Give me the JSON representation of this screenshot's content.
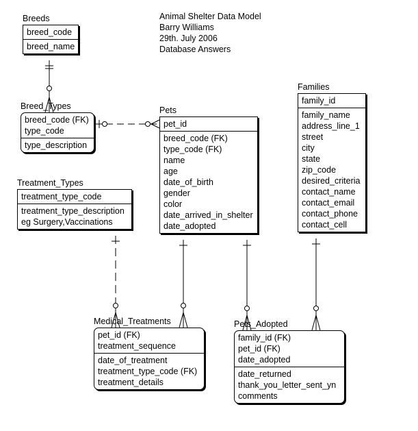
{
  "header": {
    "lines": [
      "Animal Shelter Data Model",
      "Barry Williams",
      "29th. July 2006",
      "Database Answers"
    ]
  },
  "entities": {
    "breeds": {
      "title": "Breeds",
      "keys": [
        "breed_code"
      ],
      "attrs": [
        "breed_name"
      ]
    },
    "breed_types": {
      "title": "Breed_Types",
      "keys": [
        "breed_code (FK)",
        "type_code"
      ],
      "attrs": [
        "type_description"
      ]
    },
    "treatment_types": {
      "title": "Treatment_Types",
      "keys": [
        "treatment_type_code"
      ],
      "attrs": [
        "treatment_type_description",
        "eg Surgery,Vaccinations"
      ]
    },
    "pets": {
      "title": "Pets",
      "keys": [
        "pet_id"
      ],
      "attrs": [
        "breed_code (FK)",
        "type_code (FK)",
        "name",
        "age",
        "date_of_birth",
        "gender",
        "color",
        "date_arrived_in_shelter",
        "date_adopted"
      ]
    },
    "families": {
      "title": "Families",
      "keys": [
        "family_id"
      ],
      "attrs": [
        "family_name",
        "address_line_1",
        "street",
        "city",
        "state",
        "zip_code",
        "desired_criteria",
        "contact_name",
        "contact_email",
        "contact_phone",
        "contact_cell"
      ]
    },
    "medical_treatments": {
      "title": "Medical_Treatments",
      "keys": [
        "pet_id (FK)",
        "treatment_sequence"
      ],
      "attrs": [
        "date_of_treatment",
        "treatment_type_code (FK)",
        "treatment_details"
      ]
    },
    "pets_adopted": {
      "title": "Pets_Adopted",
      "keys": [
        "family_id (FK)",
        "pet_id (FK)",
        "date_adopted"
      ],
      "attrs": [
        "date_returned",
        "thank_you_letter_sent_yn",
        "comments"
      ]
    }
  },
  "relationships": [
    {
      "from": "breeds",
      "to": "breed_types",
      "style": "solid",
      "from_end": "one",
      "to_end": "zero-or-many"
    },
    {
      "from": "breed_types",
      "to": "pets",
      "style": "dashed",
      "from_end": "zero-or-one",
      "to_end": "zero-or-many"
    },
    {
      "from": "treatment_types",
      "to": "medical_treatments",
      "style": "dashed",
      "from_end": "one",
      "to_end": "zero-or-many"
    },
    {
      "from": "pets",
      "to": "medical_treatments",
      "style": "solid",
      "from_end": "one",
      "to_end": "zero-or-many"
    },
    {
      "from": "pets",
      "to": "pets_adopted",
      "style": "solid",
      "from_end": "one",
      "to_end": "zero-or-many"
    },
    {
      "from": "families",
      "to": "pets_adopted",
      "style": "solid",
      "from_end": "one",
      "to_end": "zero-or-many"
    }
  ]
}
